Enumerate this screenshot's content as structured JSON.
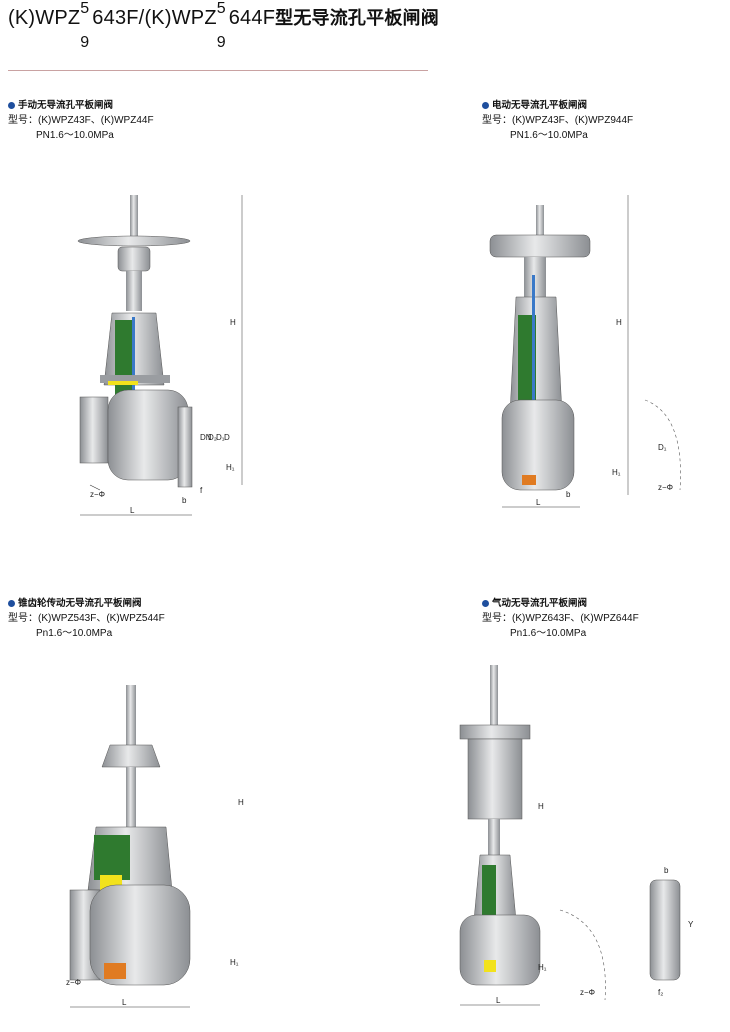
{
  "title": {
    "prefix": "(K)WPZ",
    "sup1": "5",
    "mid1": "643F/(K)WPZ",
    "sub1": "9",
    "sup2": "5",
    "mid2": "644F",
    "sub2": "9",
    "suffix": "型无导流孔平板闸阀"
  },
  "sections": [
    {
      "title": "手动无导流孔平板闸阀",
      "model": "型号：(K)WPZ43F、(K)WPZ44F",
      "pn": "PN1.6～10.0MPa"
    },
    {
      "title": "电动无导流孔平板闸阀",
      "model": "型号：(K)WPZ43F、(K)WPZ944F",
      "pn": "PN1.6～10.0MPa"
    },
    {
      "title": "锥齿轮传动无导流孔平板闸阀",
      "model": "型号：(K)WPZ543F、(K)WPZ544F",
      "pn": "Pn1.6～10.0MPa"
    },
    {
      "title": "气动无导流孔平板闸阀",
      "model": "型号：(K)WPZ643F、(K)WPZ644F",
      "pn": "Pn1.6～10.0MPa"
    }
  ],
  "labels": {
    "H": "H",
    "H1": "H₁",
    "DN": "DN",
    "D2": "D₂",
    "D1": "D₁",
    "D": "D",
    "L": "L",
    "b": "b",
    "f": "f",
    "zphi": "z−Φ",
    "Y": "Y",
    "f2": "f₂"
  },
  "colors": {
    "dot": "#1f4f9e",
    "green": "#2f7a2f",
    "yellow": "#f2e21c",
    "orange": "#e07b22",
    "steel": "#b9bcc0",
    "blue": "#3a79c8"
  }
}
